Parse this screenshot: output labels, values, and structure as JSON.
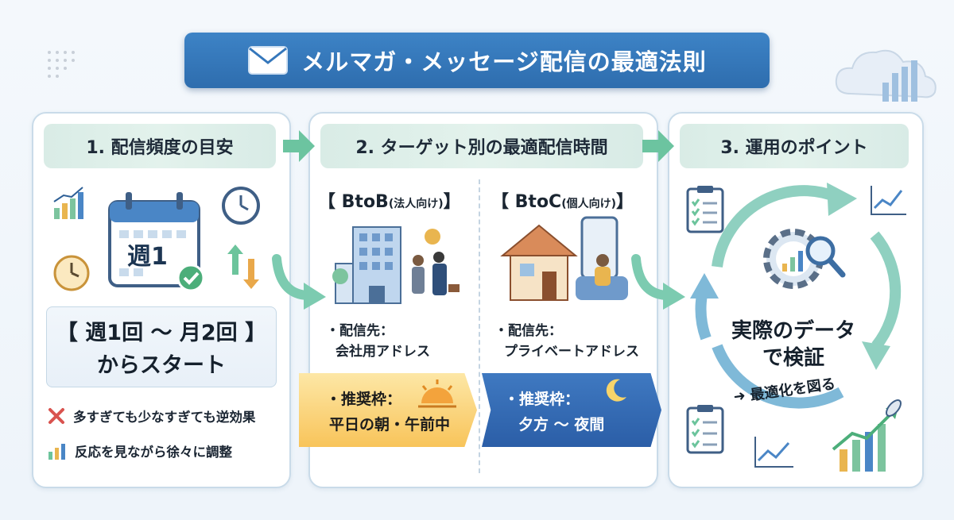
{
  "title": "メルマガ・メッセージ配信の最適法則",
  "panel1": {
    "heading": "1. 配信頻度の目安",
    "calendar_label": "週1",
    "freq_line1": "【 週1回 〜 月2回 】",
    "freq_line2": "からスタート",
    "note1": "多すぎても少なすぎても逆効果",
    "note2": "反応を見ながら徐々に調整"
  },
  "panel2": {
    "heading": "2. ターゲット別の最適配信時間",
    "btob": {
      "label_main": "【 BtoB",
      "label_sub": "(法人向け)",
      "label_end": "】",
      "dest_label": "・配信先：",
      "dest_value": "会社用アドレス",
      "slot_label": "・推奨枠：",
      "slot_value": "平日の朝・午前中"
    },
    "btoc": {
      "label_main": "【 BtoC",
      "label_sub": "(個人向け)",
      "label_end": "】",
      "dest_label": "・配信先：",
      "dest_value": "プライベートアドレス",
      "slot_label": "・推奨枠：",
      "slot_value": "夕方 〜 夜間"
    }
  },
  "panel3": {
    "heading": "3. 運用のポイント",
    "center_line1": "実際のデータ",
    "center_line2": "で検証",
    "optimize": "最適化を図る"
  },
  "colors": {
    "title_bg": "#3577bb",
    "header_bg": "#dcefe8",
    "arrow_green": "#6cc4a0",
    "btob_band": "#f8c45a",
    "btoc_band": "#2f64ab"
  },
  "icons": [
    "envelope-icon",
    "calendar-icon",
    "clock-icon",
    "chart-icon",
    "check-icon",
    "building-icon",
    "people-icon",
    "house-icon",
    "smartphone-icon",
    "sun-icon",
    "moon-icon",
    "gear-icon",
    "magnifier-icon",
    "clipboard-icon",
    "rocket-icon",
    "cross-icon"
  ]
}
